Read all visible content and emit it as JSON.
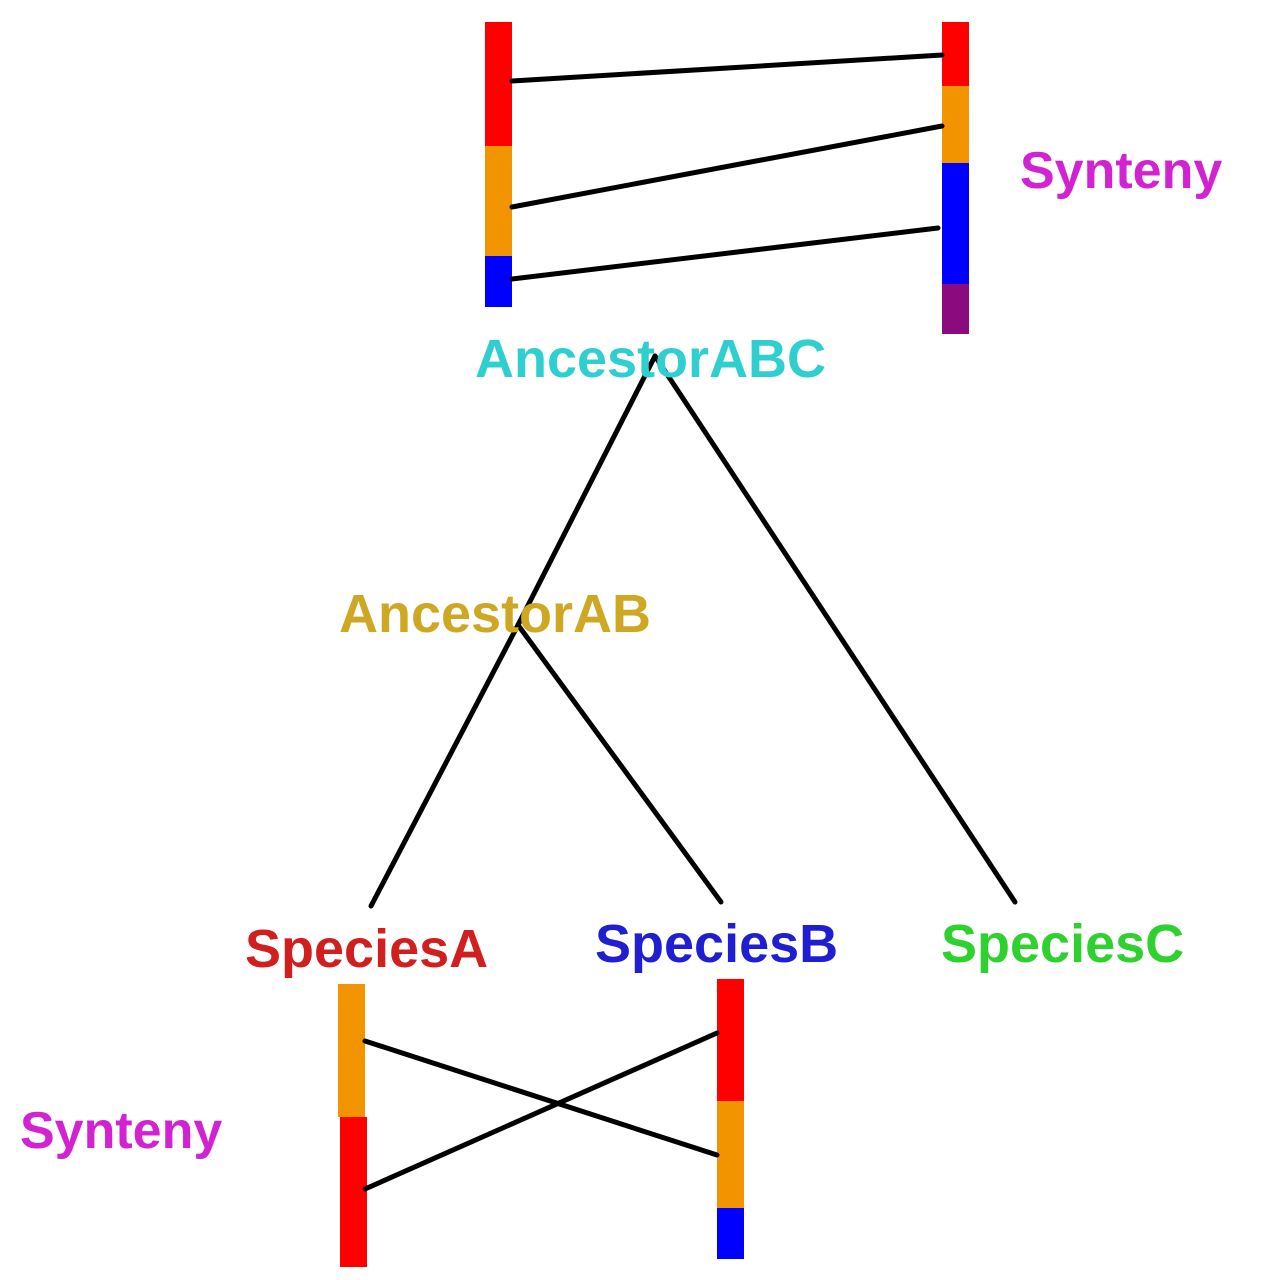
{
  "colors": {
    "red": "#ff0000",
    "orange": "#f29400",
    "blue": "#0000ff",
    "purple": "#8b0a7e",
    "line": "#000000",
    "ancestor_abc": "#2fcfcf",
    "ancestor_ab": "#cfa823",
    "species_a": "#d11f1f",
    "species_b": "#1f1fd1",
    "species_c": "#2fd12f",
    "synteny": "#d123d1"
  },
  "labels": {
    "synteny_top": "Synteny",
    "ancestor_abc": "AncestorABC",
    "ancestor_ab": "AncestorAB",
    "species_a": "SpeciesA",
    "species_b": "SpeciesB",
    "species_c": "SpeciesC",
    "synteny_bottom": "Synteny"
  },
  "tree": {
    "root": "AncestorABC",
    "edges": [
      [
        "AncestorABC",
        "AncestorAB"
      ],
      [
        "AncestorABC",
        "SpeciesC"
      ],
      [
        "AncestorAB",
        "SpeciesA"
      ],
      [
        "AncestorAB",
        "SpeciesB"
      ]
    ]
  },
  "synteny_top": {
    "left_chromosome_blocks": [
      "red",
      "orange",
      "blue"
    ],
    "right_chromosome_blocks": [
      "red",
      "orange",
      "blue",
      "purple"
    ],
    "links": [
      [
        "red",
        "red"
      ],
      [
        "orange",
        "orange"
      ],
      [
        "blue",
        "blue"
      ]
    ]
  },
  "synteny_bottom": {
    "left_chromosome_blocks": [
      "orange",
      "red"
    ],
    "right_chromosome_blocks": [
      "red",
      "orange",
      "blue"
    ],
    "links": [
      [
        "orange",
        "orange"
      ],
      [
        "red",
        "red"
      ]
    ]
  }
}
